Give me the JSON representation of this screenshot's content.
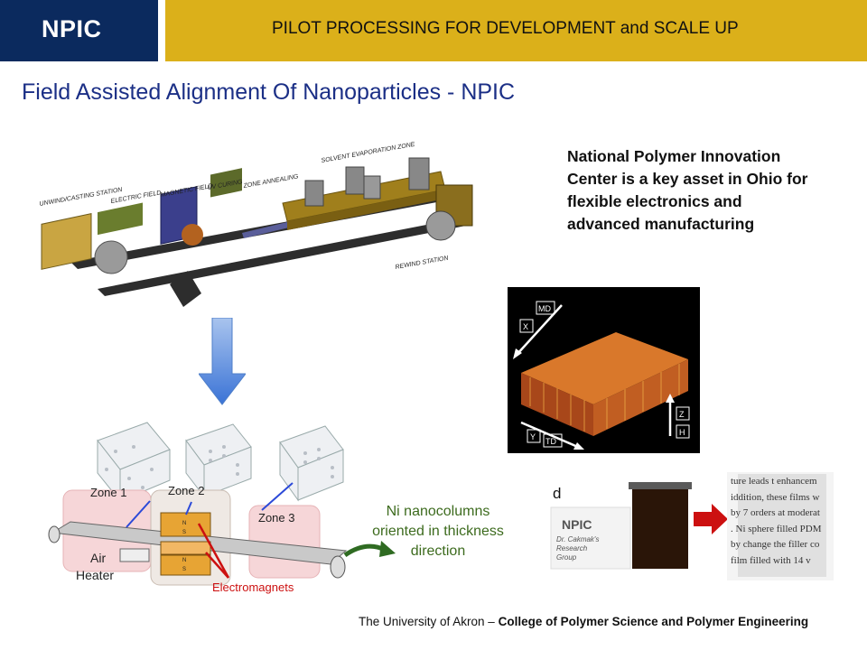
{
  "header": {
    "logo_text": "NPIC",
    "title": "PILOT PROCESSING FOR DEVELOPMENT and SCALE UP"
  },
  "slide": {
    "title": "Field Assisted Alignment Of Nanoparticles - NPIC",
    "description": "National Polymer Innovation Center is a key asset in Ohio for flexible electronics and advanced manufacturing",
    "ni_text": "Ni nanocolumns oriented in thickness direction"
  },
  "line_diagram": {
    "stations": [
      "UNWIND/CASTING STATION",
      "ELECTRIC FIELD",
      "MAGNETIC FIELD",
      "UV CURING",
      "ZONE ANNEALING",
      "SOLVENT EVAPORATION ZONE",
      "REWIND STATION"
    ]
  },
  "zone_diagram": {
    "zone1": "Zone 1",
    "zone2": "Zone 2",
    "zone3": "Zone 3",
    "air": "Air",
    "heater": "Heater",
    "electromagnets": "Electromagnets"
  },
  "nano_image": {
    "x": "X",
    "md": "MD",
    "y": "Y",
    "td": "TD",
    "z": "Z",
    "h": "H"
  },
  "photo": {
    "label_d": "d",
    "sample_lines": [
      "NPIC",
      "Dr. Cakmak's",
      "Research",
      "Group"
    ],
    "text_lines": [
      "ture leads t enhancem",
      "iddition, these films w",
      "by 7 orders at moderat",
      ". Ni sphere filled PDM",
      "by change the filler co",
      "film filled with 14 v"
    ]
  },
  "footer": {
    "university": "The University of Akron – ",
    "college": "College of Polymer Science and Polymer Engineering"
  },
  "colors": {
    "navy": "#0b2a5e",
    "gold": "#dbb01a",
    "title_blue": "#1b2f86",
    "green_text": "#3d6b1e",
    "red_arrow": "#cc1010"
  }
}
